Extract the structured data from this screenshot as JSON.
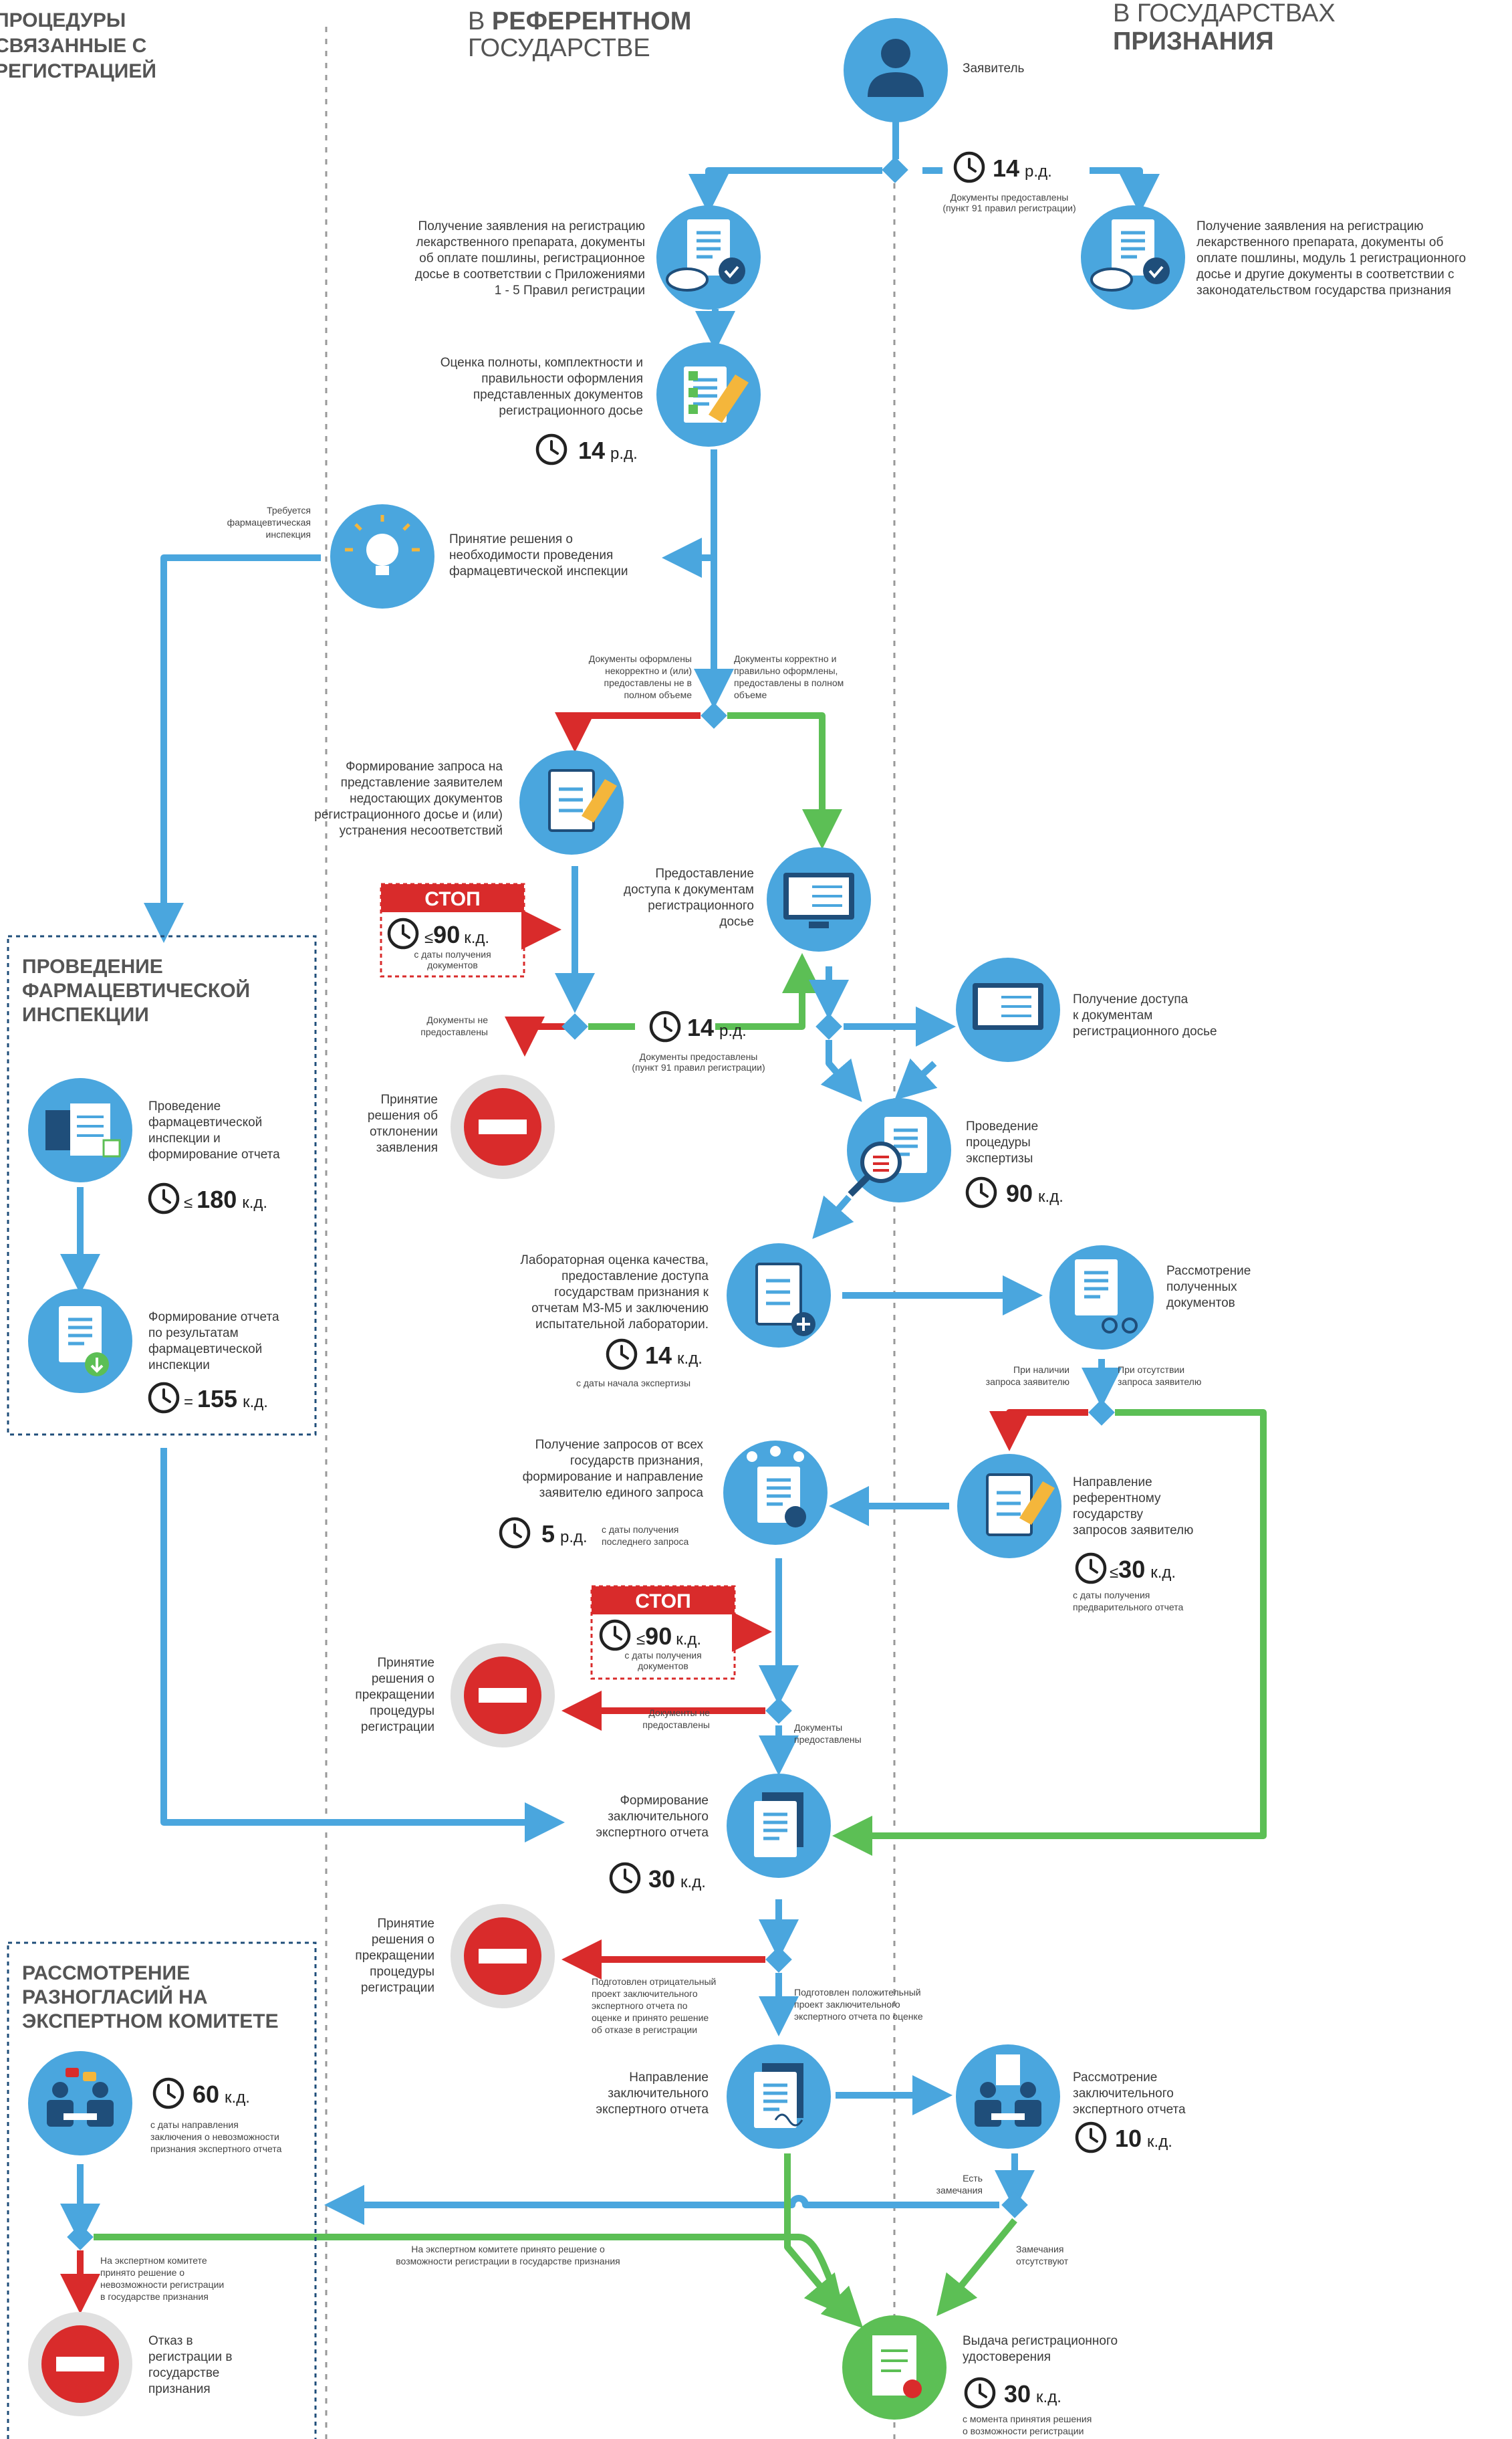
{
  "colors": {
    "blue": "#4aa6de",
    "green": "#5cbf55",
    "red": "#d92b2b",
    "gray": "#999999",
    "dark": "#1f4e7a"
  },
  "headers": {
    "left": [
      "ПРОЦЕДУРЫ",
      "СВЯЗАННЫЕ С",
      "РЕГИСТРАЦИЕЙ"
    ],
    "mid_1": "В ",
    "mid_1b": "РЕФЕРЕНТНОМ",
    "mid_2": "ГОСУДАРСТВЕ",
    "right_1": "В ГОСУДАРСТВАХ",
    "right_2": "ПРИЗНАНИЯ"
  },
  "applicant": "Заявитель",
  "clock_top": {
    "num": "14",
    "unit": "р.д.",
    "note": [
      "Документы предоставлены",
      "(пункт 91 правил регистрации)"
    ]
  },
  "receive_ref": [
    "Получение заявления на регистрацию",
    "лекарственного препарата, документы",
    "об оплате пошлины, регистрационное",
    "досье в соответствии с Приложениями",
    "1 - 5 Правил регистрации"
  ],
  "receive_rec": [
    "Получение заявления на регистрацию",
    "лекарственного препарата, документы об",
    "оплате пошлины, модуль 1 регистрационного",
    "досье и другие документы в соответствии с",
    "законодательством государства признания"
  ],
  "assess": [
    "Оценка полноты, комплектности и",
    "правильности оформления",
    "представленных документов",
    "регистрационного досье"
  ],
  "assess_clock": {
    "num": "14",
    "unit": "р.д."
  },
  "insp_needed": [
    "Требуется",
    "фармацевтическая",
    "инспекция"
  ],
  "decision_insp": [
    "Принятие решения о",
    "необходимости проведения",
    "фармацевтической инспекции"
  ],
  "docs_bad": [
    "Документы оформлены",
    "некорректно и (или)",
    "предоставлены не в",
    "полном объеме"
  ],
  "docs_good": [
    "Документы корректно и",
    "правильно оформлены,",
    "предоставлены в полном",
    "объеме"
  ],
  "request_docs": [
    "Формирование запроса на",
    "представление заявителем",
    "недостающих документов",
    "регистрационного досье и (или)",
    "устранения несоответствий"
  ],
  "stop1": {
    "label": "СТОП",
    "num": "90",
    "unit": "к.д.",
    "prefix": "≤",
    "note": [
      "с даты получения",
      "документов"
    ]
  },
  "access_ref": [
    "Предоставление",
    "доступа к документам",
    "регистрационного",
    "досье"
  ],
  "access_rec": [
    "Получение доступа",
    "к документам",
    "регистрационного досье"
  ],
  "not_provided1": [
    "Документы не",
    "предоставлены"
  ],
  "clock_mid": {
    "num": "14",
    "unit": "р.д.",
    "note": [
      "Документы предоставлены",
      "(пункт 91 правил регистрации)"
    ]
  },
  "reject": [
    "Принятие",
    "решения об",
    "отклонении",
    "заявления"
  ],
  "expertise": [
    "Проведение",
    "процедуры",
    "экспертизы"
  ],
  "expertise_clock": {
    "num": "90",
    "unit": "к.д."
  },
  "insp_title": [
    "ПРОВЕДЕНИЕ",
    "ФАРМАЦЕВТИЧЕСКОЙ",
    "ИНСПЕКЦИИ"
  ],
  "insp_do": [
    "Проведение",
    "фармацевтической",
    "инспекции и",
    "формирование отчета"
  ],
  "insp_do_clock": {
    "prefix": "≤",
    "num": "180",
    "unit": "к.д."
  },
  "insp_report": [
    "Формирование отчета",
    "по результатам",
    "фармацевтической",
    "инспекции"
  ],
  "insp_report_clock": {
    "prefix": "=",
    "num": "155",
    "unit": "к.д."
  },
  "lab": [
    "Лабораторная оценка качества,",
    "предоставление доступа",
    "государствам признания к",
    "отчетам М3-М5 и заключению",
    "испытательной лаборатории."
  ],
  "lab_clock": {
    "num": "14",
    "unit": "к.д.",
    "note": "с даты начала экспертизы"
  },
  "review_docs": [
    "Рассмотрение",
    "полученных",
    "документов"
  ],
  "if_request": [
    "При наличии",
    "запроса заявителю"
  ],
  "if_no_request": [
    "При отсутствии",
    "запроса заявителю"
  ],
  "queries": [
    "Получение запросов от всех",
    "государств признания,",
    "формирование и направление",
    "заявителю единого запроса"
  ],
  "queries_clock": {
    "num": "5",
    "unit": "р.д.",
    "note": [
      "с даты получения",
      "последнего запроса"
    ]
  },
  "send_queries": [
    "Направление",
    "референтному",
    "государству",
    "запросов заявителю"
  ],
  "send_clock": {
    "prefix": "≤",
    "num": "30",
    "unit": "к.д.",
    "note": [
      "с даты получения",
      "предварительного отчета"
    ]
  },
  "stop2": {
    "label": "СТОП",
    "num": "90",
    "unit": "к.д.",
    "prefix": "≤",
    "note": [
      "с даты получения",
      "документов"
    ]
  },
  "terminate1": [
    "Принятие",
    "решения о",
    "прекращении",
    "процедуры",
    "регистрации"
  ],
  "not_provided2": [
    "Документы не",
    "предоставлены"
  ],
  "provided2": [
    "Документы",
    "предоставлены"
  ],
  "final_report": [
    "Формирование",
    "заключительного",
    "экспертного отчета"
  ],
  "final_clock": {
    "num": "30",
    "unit": "к.д."
  },
  "terminate2": [
    "Принятие",
    "решения о",
    "прекращении",
    "процедуры",
    "регистрации"
  ],
  "negative": [
    "Подготовлен отрицательный",
    "проект заключительного",
    "экспертного отчета по",
    "оценке и принято решение",
    "об отказе в регистрации"
  ],
  "positive": [
    "Подготовлен положительный",
    "проект заключительного",
    "экспертного отчета по оценке"
  ],
  "committee_title": [
    "РАССМОТРЕНИЕ",
    "РАЗНОГЛАСИЙ НА",
    "ЭКСПЕРТНОМ КОМИТЕТЕ"
  ],
  "committee_clock": {
    "num": "60",
    "unit": "к.д.",
    "note": [
      "с даты направления",
      "заключения о невозможности",
      "признания экспертного отчета"
    ]
  },
  "send_final": [
    "Направление",
    "заключительного",
    "экспертного отчета"
  ],
  "review_final": [
    "Рассмотрение",
    "заключительного",
    "экспертного отчета"
  ],
  "review_final_clock": {
    "num": "10",
    "unit": "к.д."
  },
  "has_remarks": [
    "Есть",
    "замечания"
  ],
  "committee_decision_yes": [
    "На экспертном комитете принято решение о",
    "возможности регистрации в государстве признания"
  ],
  "committee_decision_no": [
    "На экспертном комитете",
    "принято решение о",
    "невозможности регистрации",
    "в государстве признания"
  ],
  "no_remarks": [
    "Замечания",
    "отсутствуют"
  ],
  "refusal": [
    "Отказ в",
    "регистрации в",
    "государстве",
    "признания"
  ],
  "certificate": [
    "Выдача регистрационного",
    "удостоверения"
  ],
  "cert_clock": {
    "num": "30",
    "unit": "к.д.",
    "note": [
      "с момента принятия решения",
      "о возможности регистрации"
    ]
  }
}
